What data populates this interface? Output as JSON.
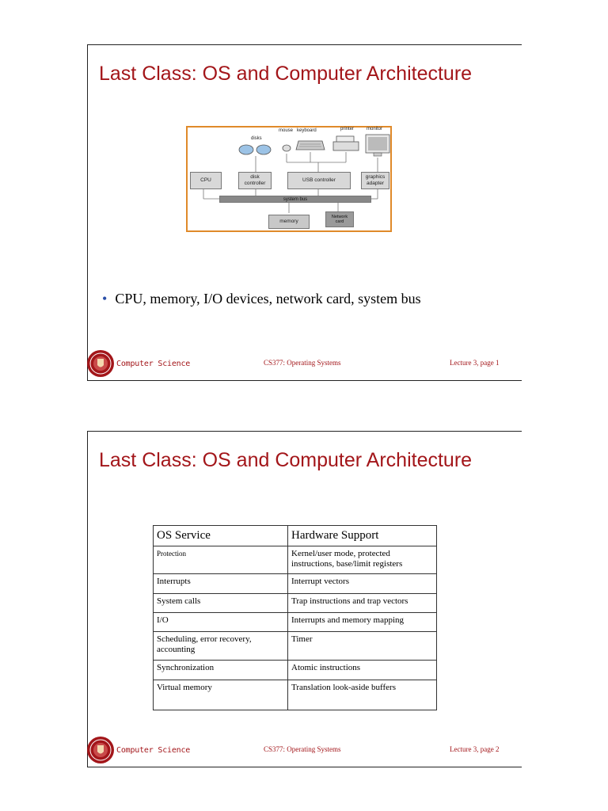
{
  "slide1": {
    "title": "Last Class: OS and Computer Architecture",
    "diagram": {
      "labels": {
        "disks": "disks",
        "mouse": "mouse",
        "keyboard": "keyboard",
        "printer": "printer",
        "monitor": "monitor",
        "cpu": "CPU",
        "disk_controller": "disk controller",
        "usb_controller": "USB controller",
        "graphics_adapter": "graphics adapter",
        "system_bus": "system bus",
        "memory": "memory",
        "network_card": "Network card"
      }
    },
    "bullet": "CPU, memory, I/O devices, network card, system bus",
    "footer": {
      "left": "Computer Science",
      "center": "CS377: Operating Systems",
      "right": "Lecture 3, page 1"
    }
  },
  "slide2": {
    "title": "Last Class: OS and Computer Architecture",
    "table": {
      "headers": [
        "OS Service",
        "Hardware Support"
      ],
      "rows": [
        [
          "Protection",
          "Kernel/user mode, protected instructions, base/limit registers"
        ],
        [
          "Interrupts",
          "Interrupt vectors"
        ],
        [
          "System calls",
          "Trap instructions and trap vectors"
        ],
        [
          "I/O",
          "Interrupts and memory mapping"
        ],
        [
          "Scheduling, error recovery, accounting",
          "Timer"
        ],
        [
          "Synchronization",
          "Atomic instructions"
        ],
        [
          "Virtual memory",
          "Translation look-aside buffers"
        ]
      ]
    },
    "footer": {
      "left": "Computer Science",
      "center": "CS377: Operating Systems",
      "right": "Lecture 3, page 2"
    }
  },
  "colors": {
    "title": "#a3161a",
    "diagram_border": "#e08a2a",
    "bullet": "#2a4fa8"
  }
}
